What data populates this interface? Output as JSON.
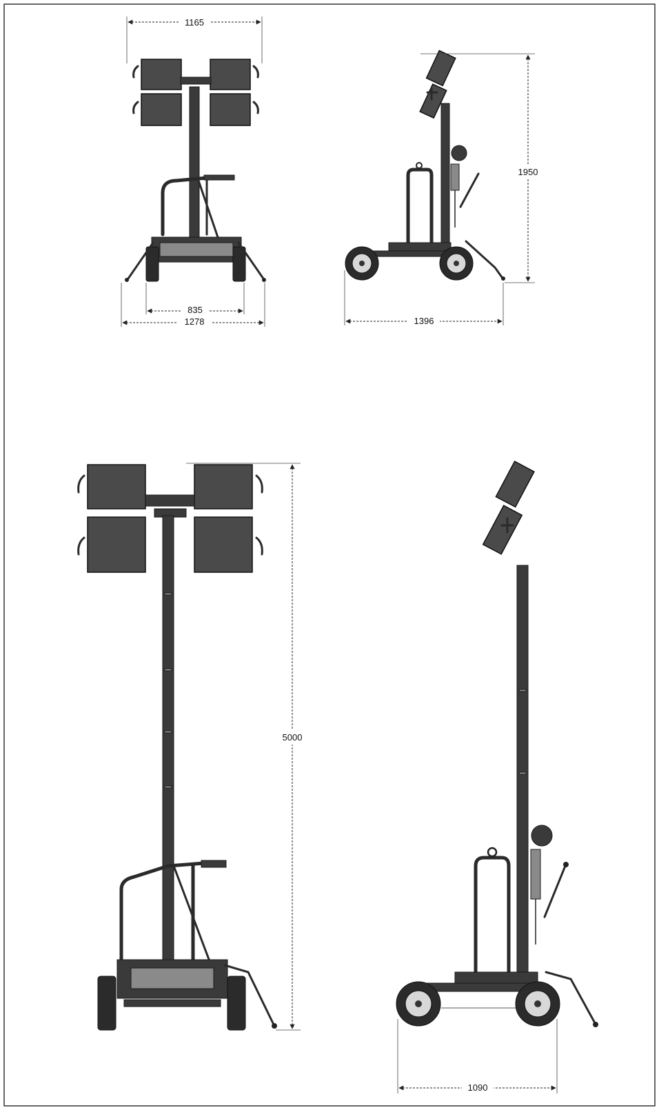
{
  "dimensions": {
    "top_front_lamp_width": "1165",
    "top_front_track": "835",
    "top_front_overall_width": "1278",
    "top_side_height": "1950",
    "top_side_length": "1396",
    "bottom_front_height": "5000",
    "bottom_side_wheelbase": "1090"
  }
}
